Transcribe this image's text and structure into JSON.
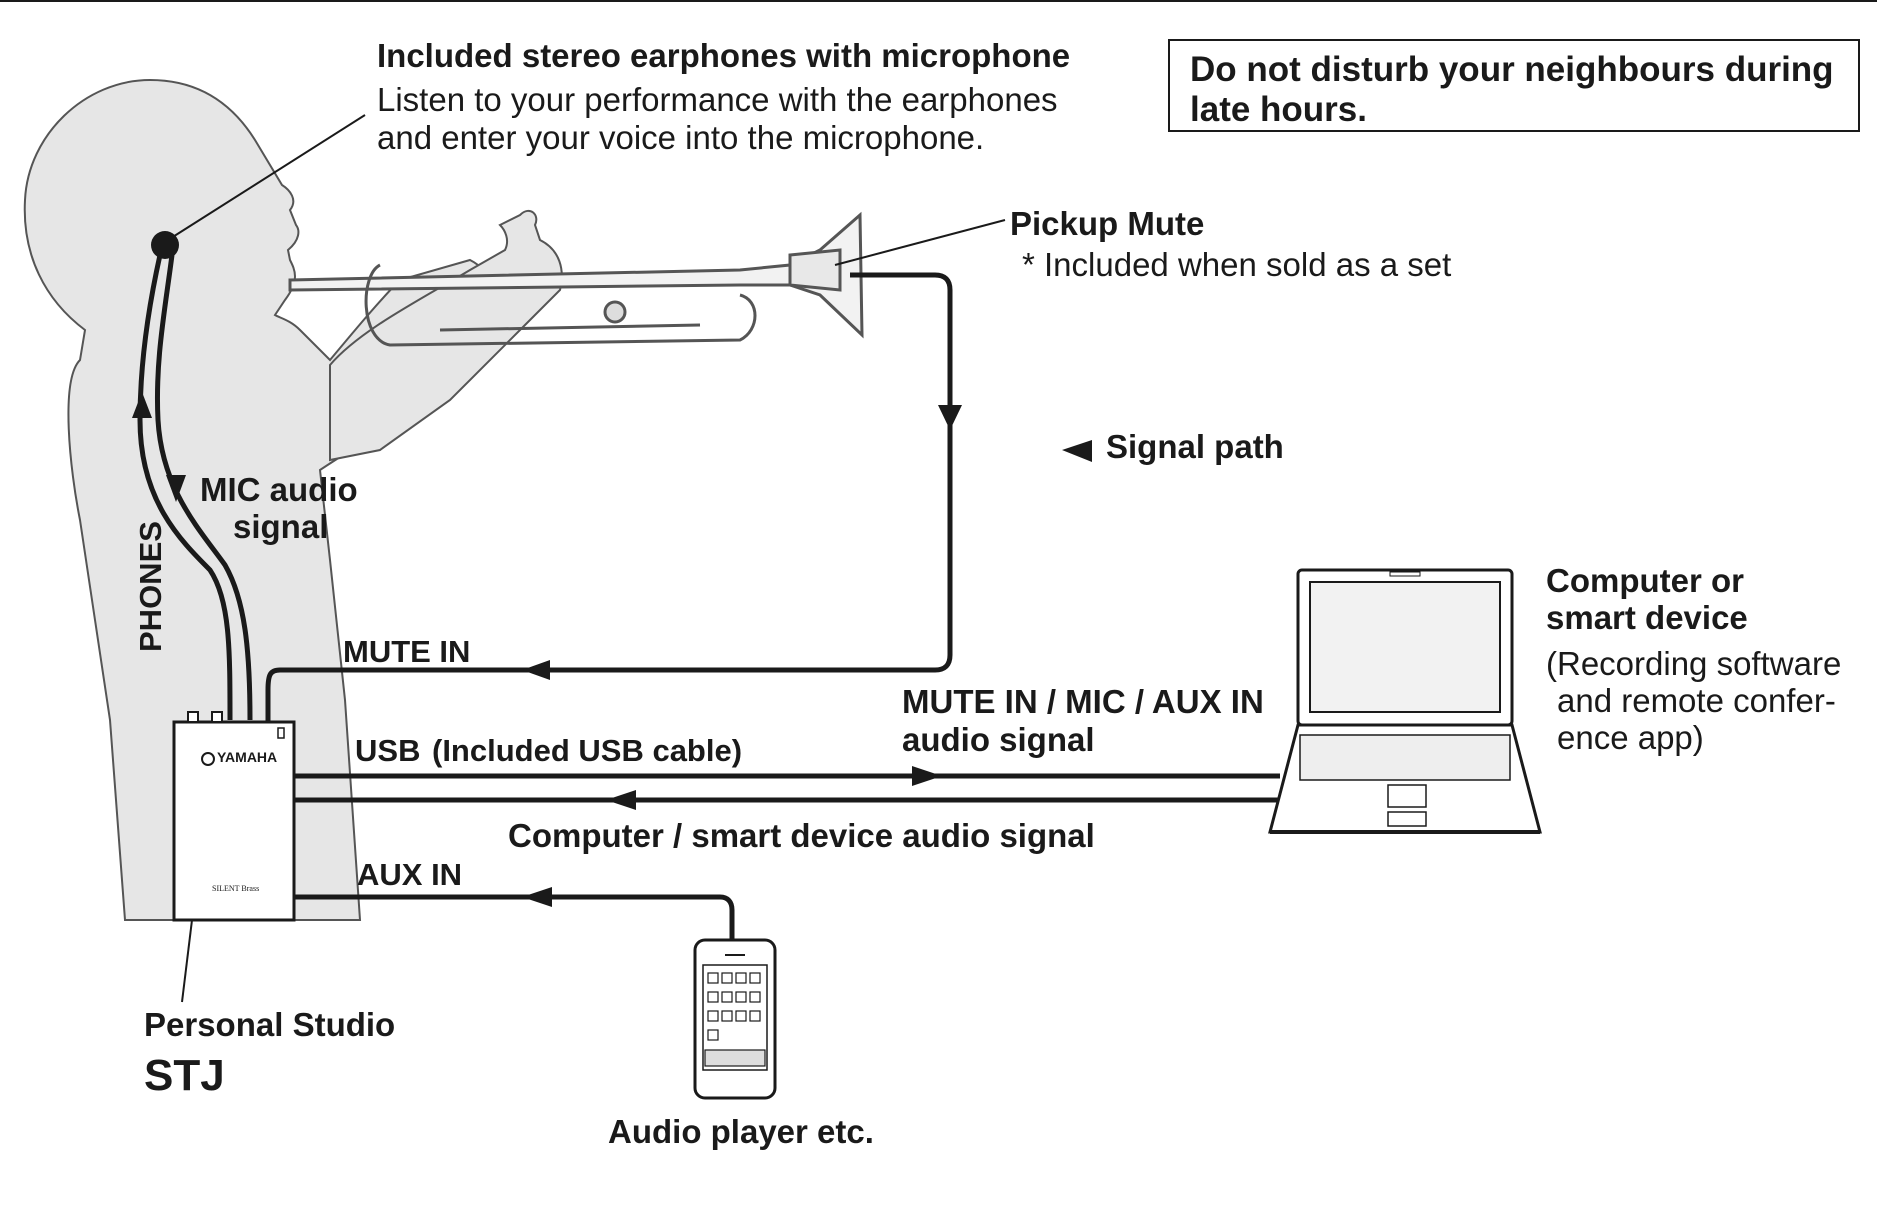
{
  "notice": {
    "text": "Do not disturb your neighbours during late hours."
  },
  "earphones": {
    "title": "Included stereo earphones with microphone",
    "line1": "Listen to your performance with the earphones",
    "line2": "and enter your voice into the microphone."
  },
  "pickup_mute": {
    "title": "Pickup Mute",
    "note": "* Included when sold as a set"
  },
  "signal_path": {
    "icon": "left-triangle-arrow",
    "label": "Signal path"
  },
  "mic_signal": {
    "line1": "MIC audio",
    "line2": "signal"
  },
  "phones_label": "PHONES",
  "mute_in_label": "MUTE IN",
  "usb": {
    "label": "USB",
    "note": "(Included USB cable)"
  },
  "aux_in_label": "AUX IN",
  "send_signal": {
    "line1": "MUTE IN / MIC / AUX IN",
    "line2": "audio signal"
  },
  "return_signal": "Computer / smart device audio signal",
  "computer": {
    "line1": "Computer or",
    "line2": "smart device",
    "desc1": "(Recording software",
    "desc2": "and remote confer-",
    "desc3": "ence app)"
  },
  "device": {
    "brand": "YAMAHA",
    "product_line": "SILENT Brass",
    "caption1": "Personal Studio",
    "caption2": "STJ"
  },
  "audio_player": "Audio player etc.",
  "colors": {
    "ink": "#1a1a1a",
    "figure_fill": "#e6e6e6",
    "device_fill": "#ffffff"
  }
}
